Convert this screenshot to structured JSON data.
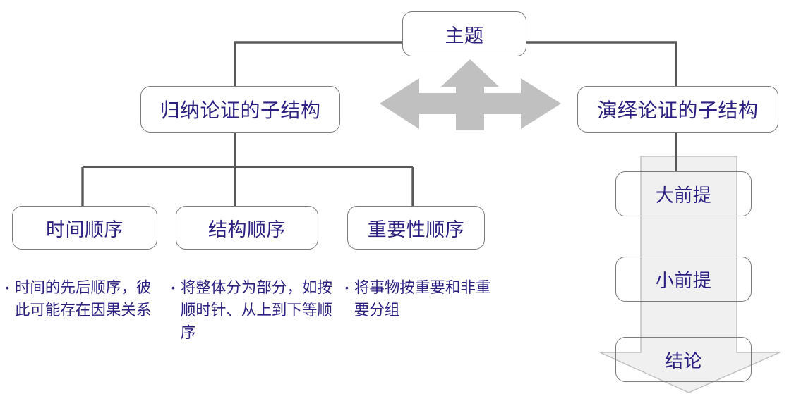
{
  "diagram": {
    "title_node": {
      "label": "主题",
      "name": "topic"
    },
    "branches": [
      {
        "label": "归纳论证的子结构",
        "name": "inductive-substructure"
      },
      {
        "label": "演绎论证的子结构",
        "name": "deductive-substructure"
      }
    ],
    "inductive_children": [
      {
        "label": "时间顺序",
        "name": "time-order"
      },
      {
        "label": "结构顺序",
        "name": "structure-order"
      },
      {
        "label": "重要性顺序",
        "name": "importance-order"
      }
    ],
    "inductive_notes": [
      {
        "bullet": "•",
        "text": "时间的先后顺序，彼此可能存在因果关系"
      },
      {
        "bullet": "•",
        "text": "将整体分为部分，如按顺时针、从上到下等顺序"
      },
      {
        "bullet": "•",
        "text": "将事物按重要和非重要分组"
      }
    ],
    "deductive_steps": [
      {
        "label": "大前提",
        "name": "major-premise"
      },
      {
        "label": "小前提",
        "name": "minor-premise"
      },
      {
        "label": "结论",
        "name": "conclusion"
      }
    ],
    "icons": {
      "three-way-arrow": "three-way-arrow-icon",
      "down-arrow": "down-arrow-icon"
    },
    "colors": {
      "text": "#2b2080",
      "node_border": "#7b7b7b",
      "connector": "#595959",
      "arrow_gray": "#c0c0c0",
      "arrow_light": "#f0f0f0",
      "arrow_light_border": "#bfbfbf",
      "background": "#ffffff"
    }
  }
}
